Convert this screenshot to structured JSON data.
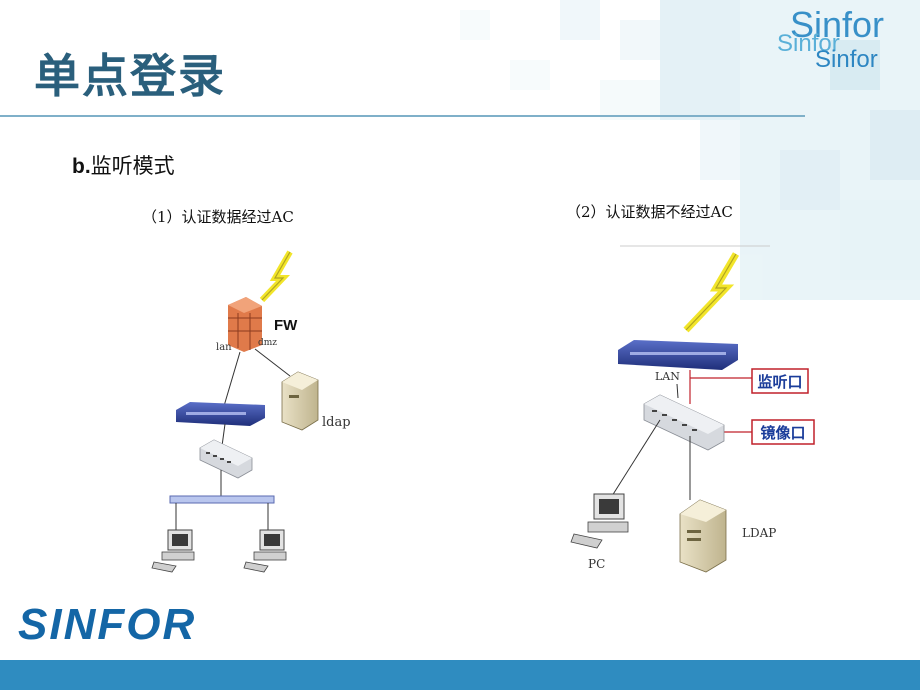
{
  "slide": {
    "title": "单点登录",
    "subtitle_prefix": "b.",
    "subtitle_text": "监听模式",
    "brand_top": "Sinfor",
    "brand_mid": "Sinfor",
    "brand_low": "Sinfor",
    "logo": "SINFOR"
  },
  "diagram1": {
    "caption": "（1）认证数据经过AC",
    "fw_label": "FW",
    "lan_label": "lan",
    "dmz_label": "dmz",
    "ldap_label": "ldap"
  },
  "diagram2": {
    "caption": "（2）认证数据不经过AC",
    "lan_label": "LAN",
    "listen_port_label": "监听口",
    "mirror_port_label": "镜像口",
    "pc_label": "PC",
    "ldap_label": "LDAP"
  },
  "colors": {
    "title": "#2a5f7c",
    "accent_blue": "#2f8cc0",
    "callout_red": "#c0202a"
  }
}
